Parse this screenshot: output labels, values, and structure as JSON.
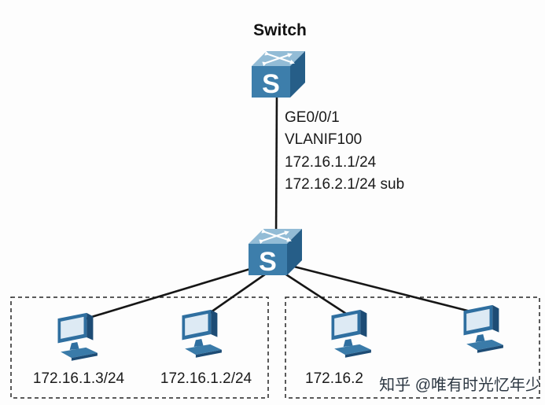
{
  "diagram": {
    "title": "Switch",
    "switch_glyph": "S",
    "uplink": {
      "interface": "GE0/0/1",
      "vlan_interface": "VLANIF100",
      "ip_primary": "172.16.1.1/24",
      "ip_secondary": "172.16.2.1/24 sub"
    },
    "pc_labels": [
      "172.16.1.3/24",
      "172.16.1.2/24",
      "172.16.2",
      ""
    ],
    "watermark": "知乎 @唯有时光忆年少",
    "icons": {
      "switch": "3d-lan-switch-box-with-crossing-arrows",
      "pc": "3d-desktop-computer"
    },
    "colors": {
      "switch_front": "#3d7eab",
      "switch_top": "#93bcd6",
      "switch_side": "#265e88",
      "pc_body": "#2f6fa0",
      "pc_screen": "#ddeaf4",
      "pc_dark": "#1d4c75",
      "line": "#161616",
      "text": "#1a1a1a"
    }
  }
}
